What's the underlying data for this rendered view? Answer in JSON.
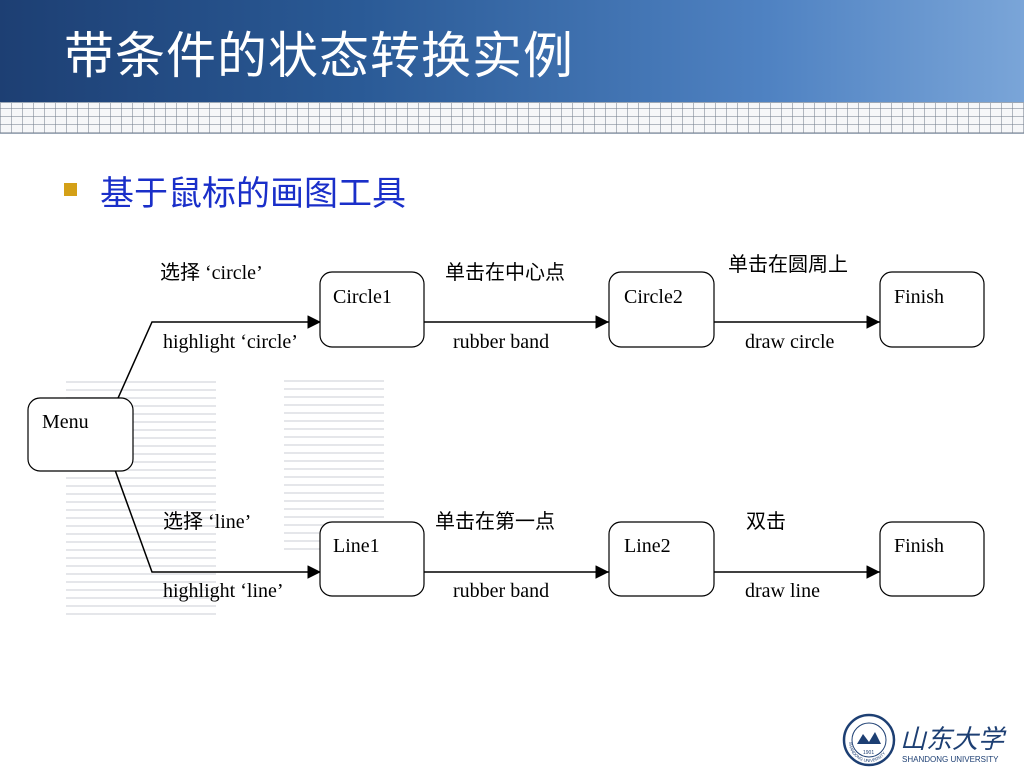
{
  "slide": {
    "title": "带条件的状态转换实例",
    "subtitle": "基于鼠标的画图工具"
  },
  "nodes": {
    "menu": "Menu",
    "circle1": "Circle1",
    "circle2": "Circle2",
    "finish_top": "Finish",
    "line1": "Line1",
    "line2": "Line2",
    "finish_bottom": "Finish"
  },
  "labels": {
    "select_circle": "选择 ‘circle’",
    "highlight_circle": "highlight ‘circle’",
    "click_center": "单击在中心点",
    "rubber_band_top": "rubber band",
    "click_circumference": "单击在圆周上",
    "draw_circle": "draw circle",
    "select_line": "选择 ‘line’",
    "highlight_line": "highlight ‘line’",
    "click_first_point": "单击在第一点",
    "rubber_band_bottom": "rubber band",
    "double_click": "双击",
    "draw_line": "draw line"
  },
  "logo": {
    "name": "山东大学",
    "sub": "SHANDONG UNIVERSITY",
    "seal_text": "SHANDONG UNIVERSITY",
    "seal_year": "1901"
  },
  "colors": {
    "header": "#2a5a96",
    "subtitle": "#1a2fc9",
    "bullet": "#d4a017",
    "logo": "#1d3f73"
  }
}
